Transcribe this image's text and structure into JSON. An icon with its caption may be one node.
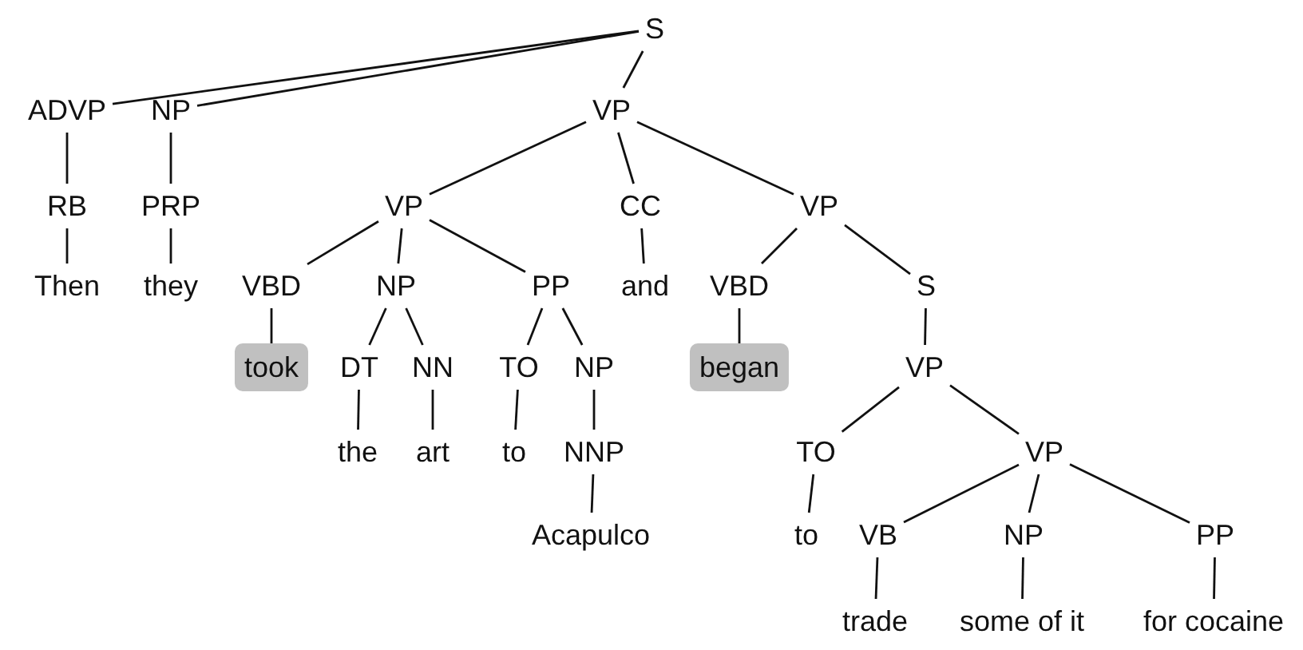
{
  "diagram": {
    "nodes": [
      {
        "text": [
          "S"
        ]
      },
      {
        "text": [
          "ADVP"
        ]
      },
      {
        "text": [
          "NP"
        ]
      },
      {
        "text": [
          "VP"
        ]
      },
      {
        "text": [
          "RB"
        ]
      },
      {
        "text": [
          "PRP"
        ]
      },
      {
        "text": [
          "VP"
        ]
      },
      {
        "text": [
          "CC"
        ]
      },
      {
        "text": [
          "VP"
        ]
      },
      {
        "text": [
          "Then"
        ]
      },
      {
        "text": [
          "they"
        ]
      },
      {
        "text": [
          "VBD"
        ]
      },
      {
        "text": [
          "NP"
        ]
      },
      {
        "text": [
          "PP"
        ]
      },
      {
        "text": [
          "and"
        ]
      },
      {
        "text": [
          "VBD"
        ]
      },
      {
        "text": [
          "S"
        ]
      },
      {
        "text": [
          "took"
        ]
      },
      {
        "text": [
          "DT"
        ]
      },
      {
        "text": [
          "NN"
        ]
      },
      {
        "text": [
          "TO"
        ]
      },
      {
        "text": [
          "NP"
        ]
      },
      {
        "text": [
          "began"
        ]
      },
      {
        "text": [
          "VP"
        ]
      },
      {
        "text": [
          "the"
        ]
      },
      {
        "text": [
          "art"
        ]
      },
      {
        "text": [
          "to"
        ]
      },
      {
        "text": [
          "NNP"
        ]
      },
      {
        "text": [
          "TO"
        ]
      },
      {
        "text": [
          "VP"
        ]
      },
      {
        "text": [
          "Acapulco"
        ]
      },
      {
        "text": [
          "to"
        ]
      },
      {
        "text": [
          "VB"
        ]
      },
      {
        "text": [
          "NP"
        ]
      },
      {
        "text": [
          "PP"
        ]
      },
      {
        "text": [
          "trade"
        ]
      },
      {
        "text": [
          "some of it"
        ]
      },
      {
        "text": [
          "for cocaine"
        ]
      }
    ],
    "edges": [
      {
        "from": 0,
        "to": 1,
        "arrow": "none"
      },
      {
        "from": 0,
        "to": 2,
        "arrow": "none"
      },
      {
        "from": 0,
        "to": 3,
        "arrow": "none"
      },
      {
        "from": 1,
        "to": 4,
        "arrow": "none"
      },
      {
        "from": 2,
        "to": 5,
        "arrow": "none"
      },
      {
        "from": 3,
        "to": 6,
        "arrow": "none"
      },
      {
        "from": 3,
        "to": 7,
        "arrow": "none"
      },
      {
        "from": 3,
        "to": 8,
        "arrow": "none"
      },
      {
        "from": 4,
        "to": 9,
        "arrow": "none"
      },
      {
        "from": 5,
        "to": 10,
        "arrow": "none"
      },
      {
        "from": 6,
        "to": 11,
        "arrow": "none"
      },
      {
        "from": 6,
        "to": 12,
        "arrow": "none"
      },
      {
        "from": 6,
        "to": 13,
        "arrow": "none"
      },
      {
        "from": 7,
        "to": 14,
        "arrow": "none"
      },
      {
        "from": 8,
        "to": 15,
        "arrow": "none"
      },
      {
        "from": 8,
        "to": 16,
        "arrow": "none"
      },
      {
        "from": 11,
        "to": 17,
        "arrow": "none"
      },
      {
        "from": 12,
        "to": 18,
        "arrow": "none"
      },
      {
        "from": 12,
        "to": 19,
        "arrow": "none"
      },
      {
        "from": 13,
        "to": 20,
        "arrow": "none"
      },
      {
        "from": 13,
        "to": 21,
        "arrow": "none"
      },
      {
        "from": 15,
        "to": 22,
        "arrow": "none"
      },
      {
        "from": 16,
        "to": 23,
        "arrow": "none"
      },
      {
        "from": 18,
        "to": 24,
        "arrow": "none"
      },
      {
        "from": 19,
        "to": 25,
        "arrow": "none"
      },
      {
        "from": 20,
        "to": 26,
        "arrow": "none"
      },
      {
        "from": 21,
        "to": 27,
        "arrow": "none"
      },
      {
        "from": 23,
        "to": 28,
        "arrow": "none"
      },
      {
        "from": 23,
        "to": 29,
        "arrow": "none"
      },
      {
        "from": 27,
        "to": 30,
        "arrow": "none"
      },
      {
        "from": 28,
        "to": 31,
        "arrow": "none"
      },
      {
        "from": 29,
        "to": 32,
        "arrow": "none"
      },
      {
        "from": 29,
        "to": 33,
        "arrow": "none"
      },
      {
        "from": 29,
        "to": 34,
        "arrow": "none"
      },
      {
        "from": 32,
        "to": 35,
        "arrow": "none"
      },
      {
        "from": 33,
        "to": 36,
        "arrow": "none"
      },
      {
        "from": 34,
        "to": 37,
        "arrow": "none"
      }
    ]
  }
}
